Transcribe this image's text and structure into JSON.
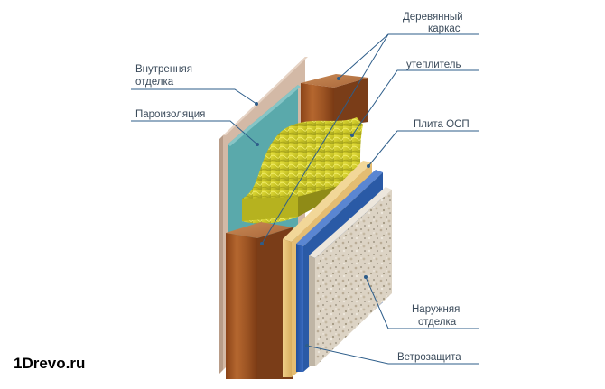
{
  "diagram": {
    "labels": {
      "wood_frame": [
        "Деревянный",
        "каркас"
      ],
      "insulation": "утеплитель",
      "osb_board": "Плита ОСП",
      "inner_finish": [
        "Внутренняя",
        "отделка"
      ],
      "vapor_barrier": "Пароизоляция",
      "outer_finish": [
        "Наружняя",
        "отделка"
      ],
      "wind_barrier": "Ветрозащита"
    },
    "watermark": "1Drevo.ru",
    "colors": {
      "leader": "#2d5d8a",
      "inner_finish": "#d6bca9",
      "vapor_barrier": "#56a4a8",
      "wood": "#a65a28",
      "insulation": "#d6cf2a",
      "osb": "#e6c27a",
      "wind_barrier": "#2d5aa8",
      "outer_finish": "#d9d0c2"
    }
  }
}
